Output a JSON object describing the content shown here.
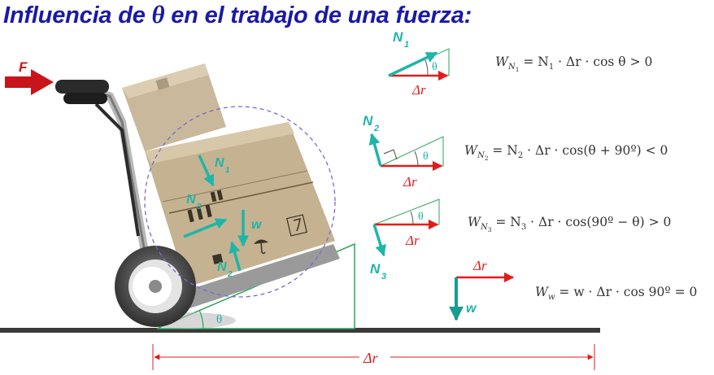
{
  "title": {
    "before": "Influencia de ",
    "symbol": "θ",
    "after": " en el trabajo de una fuerza:"
  },
  "labels": {
    "force": "F",
    "n1": "N",
    "n2": "N",
    "n3": "N",
    "sub1": "1",
    "sub2": "2",
    "sub3": "3",
    "weight": "w",
    "angle": "θ",
    "displacement": "Δr⃗"
  },
  "equations": {
    "w1": {
      "lhs": "W",
      "sub": "N",
      "subsub": "1",
      "rhs_pre": " = N",
      "rhs_sub": "1",
      "rhs_post": " · Δr · cos θ > 0"
    },
    "w2": {
      "lhs": "W",
      "sub": "N",
      "subsub": "2",
      "rhs_pre": " = N",
      "rhs_sub": "2",
      "rhs_post": " · Δr · cos(θ + 90º) < 0"
    },
    "w3": {
      "lhs": "W",
      "sub": "N",
      "subsub": "3",
      "rhs_pre": " = N",
      "rhs_sub": "3",
      "rhs_post": " · Δr · cos(90º − θ) > 0"
    },
    "ww": {
      "lhs": "W",
      "sub": "w",
      "rhs": " = w · Δr · cos 90º = 0"
    }
  },
  "colors": {
    "title": "#1a1aa6",
    "normal_vector": "#1fb5a8",
    "displacement": "#e31b1b",
    "force": "#c8151b",
    "incline": "#2aa65a",
    "dashed_circle": "#7b68d6"
  }
}
